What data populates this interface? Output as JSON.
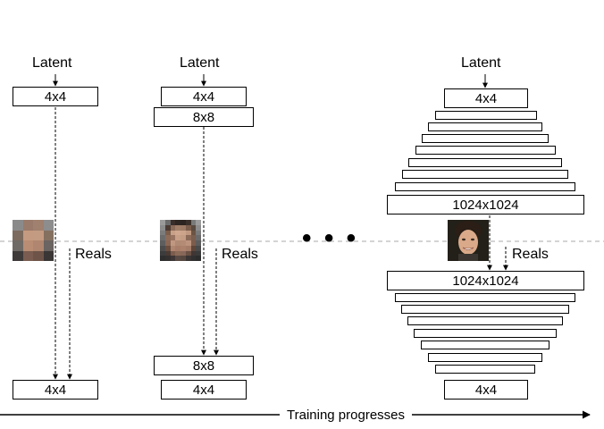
{
  "columns": [
    {
      "latent_label": "Latent",
      "gen_boxes": [
        "4x4"
      ],
      "reals_label": "Reals",
      "disc_boxes": [
        "4x4"
      ]
    },
    {
      "latent_label": "Latent",
      "gen_boxes": [
        "4x4",
        "8x8"
      ],
      "reals_label": "Reals",
      "disc_boxes": [
        "8x8",
        "4x4"
      ]
    },
    {
      "latent_label": "Latent",
      "gen_boxes": [
        "4x4",
        "1024x1024"
      ],
      "reals_label": "Reals",
      "disc_boxes": [
        "1024x1024",
        "4x4"
      ]
    }
  ],
  "ellipsis": "• • •",
  "timeline_label": "Training progresses",
  "icons": {
    "face_4x4": "pixelated-face-image",
    "face_8x8": "pixelated-face-image",
    "face_1024": "face-photo-image",
    "arrow": "arrow-right-icon"
  }
}
